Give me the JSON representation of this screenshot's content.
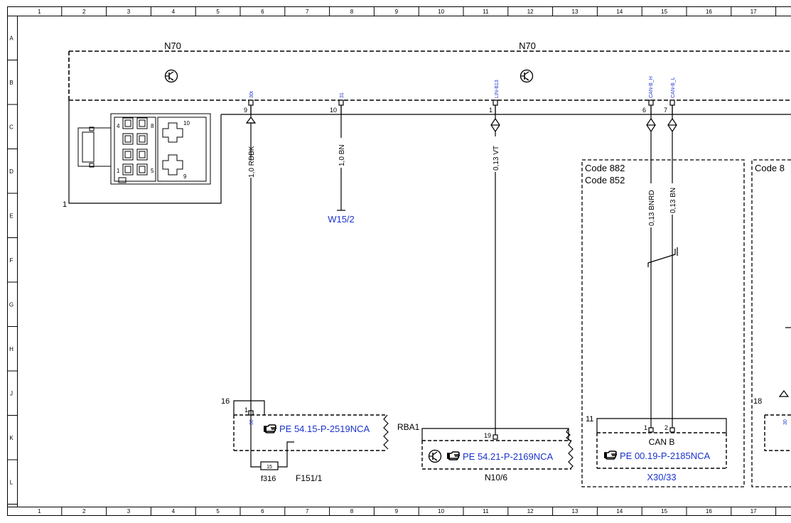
{
  "frame": {
    "columns": [
      "1",
      "2",
      "3",
      "4",
      "5",
      "6",
      "7",
      "8",
      "9",
      "10",
      "11",
      "12",
      "13",
      "14",
      "15",
      "16",
      "17"
    ],
    "rows": [
      "A",
      "B",
      "C",
      "D",
      "E",
      "F",
      "G",
      "H",
      "J",
      "K",
      "L"
    ]
  },
  "module": {
    "label_left": "N70",
    "label_center": "N70",
    "connector_id": "1",
    "connector_pins": [
      "4",
      "8",
      "1",
      "5",
      "10",
      "9"
    ]
  },
  "pins": [
    {
      "pin": "9",
      "signal": "30t"
    },
    {
      "pin": "10",
      "signal": "31"
    },
    {
      "pin": "1",
      "signal": "LIN-B13"
    },
    {
      "pin": "6",
      "signal": "CAN-B_H"
    },
    {
      "pin": "7",
      "signal": "CAN-B_L"
    }
  ],
  "wires": [
    "1,0 RDBK",
    "1,0 BN",
    "0,13 VT",
    "0,13 BNRD",
    "0,13 BN"
  ],
  "ground": {
    "label": "W15/2"
  },
  "code_boxes": [
    {
      "codes": [
        "Code 882",
        "Code 852"
      ]
    },
    {
      "codes": [
        "Code 8"
      ]
    }
  ],
  "components": {
    "f151": {
      "box_number": "16",
      "pin": "1",
      "pin_signal": "30",
      "ref": "PE 54.15-P-2519NCA",
      "fuse_number": "15",
      "fuse_label": "f316",
      "component_label": "F151/1"
    },
    "n10": {
      "connector": "RBA1",
      "pin": "19",
      "ref": "PE 54.21-P-2169NCA",
      "component_label": "N10/6"
    },
    "x30": {
      "box_number": "11",
      "pins": [
        "1",
        "2"
      ],
      "bus": "CAN B",
      "ref": "PE 00.19-P-2185NCA",
      "component_label": "X30/33"
    },
    "right_edge": {
      "box_number": "18",
      "pin_signal": "30"
    }
  },
  "colors": {
    "line": "#000000",
    "link": "#1a33cc"
  },
  "icons": [
    "transistor-icon",
    "pointing-hand-icon"
  ]
}
